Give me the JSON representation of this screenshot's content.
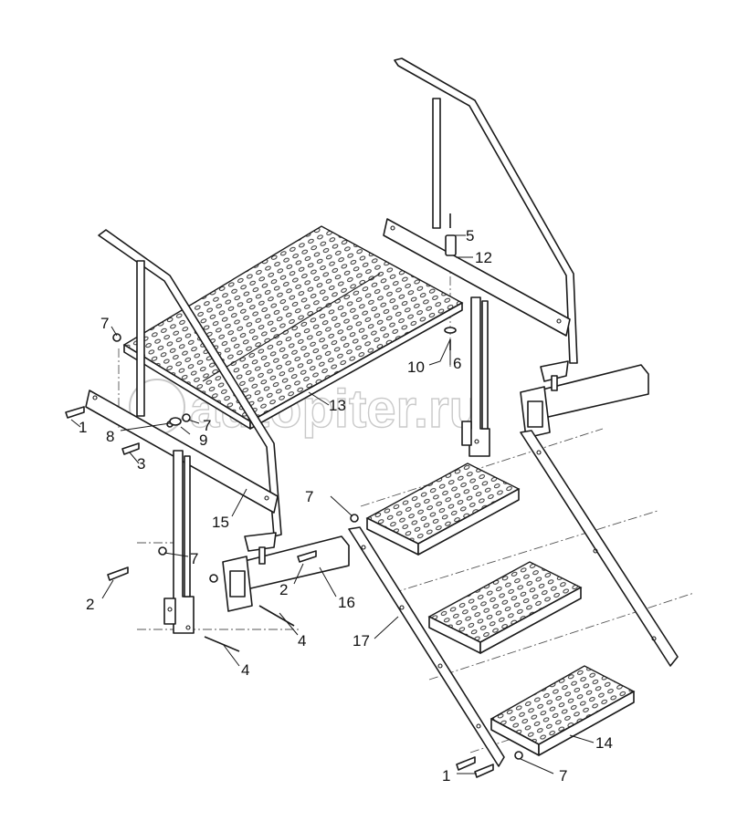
{
  "watermark": {
    "text": "autopiter.ru"
  },
  "callouts": {
    "c1a": "1",
    "c1b": "1",
    "c2a": "2",
    "c2b": "2",
    "c3": "3",
    "c4a": "4",
    "c4b": "4",
    "c5": "5",
    "c6": "6",
    "c7a": "7",
    "c7b": "7",
    "c7c": "7",
    "c7d": "7",
    "c7e": "7",
    "c8": "8",
    "c9": "9",
    "c10": "10",
    "c12": "12",
    "c13": "13",
    "c14": "14",
    "c15": "15",
    "c16": "16",
    "c17": "17"
  }
}
